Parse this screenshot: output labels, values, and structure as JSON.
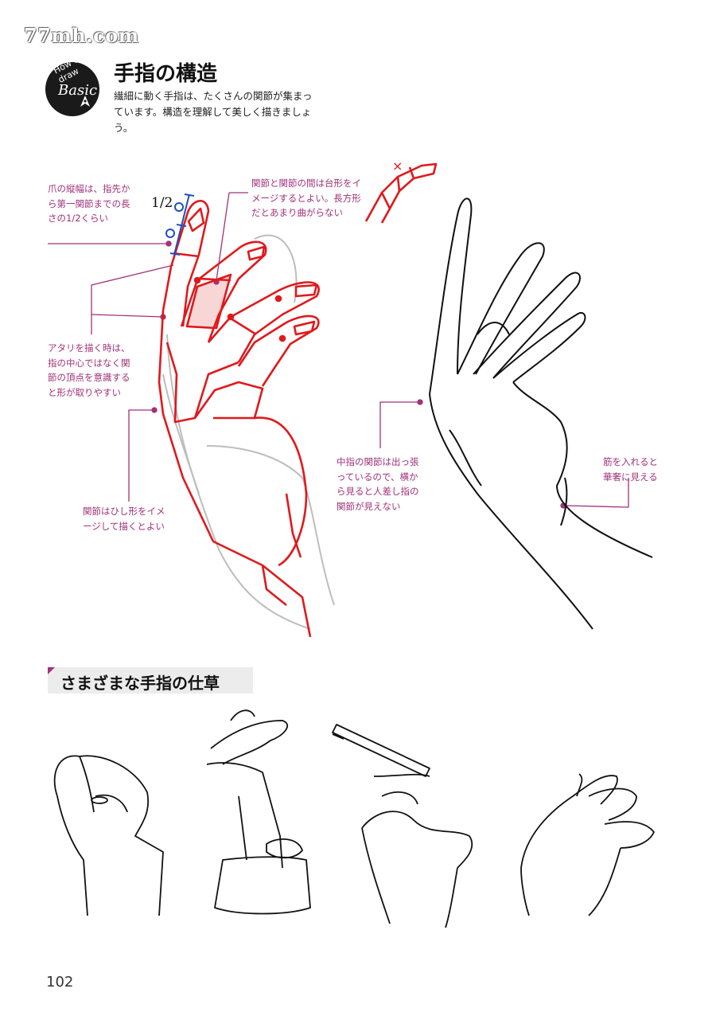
{
  "watermark": "77mh.com",
  "badge": {
    "line1": "How to draw",
    "line2": "Basic"
  },
  "header": {
    "title": "手指の構造",
    "subtitle": "繊細に動く手指は、たくさんの関節が集まっています。構造を理解して美しく描きましょう。"
  },
  "annotations": {
    "nail": "爪の縦幅は、指先から第一関節までの長さの1/2くらい",
    "joints_trapezoid": "関節と関節の間は台形をイメージするとよい。長方形だとあまり曲がらない",
    "atari": "アタリを描く時は、指の中心ではなく関節の頂点を意識すると形が取りやすい",
    "diamond": "関節はひし形をイメージして描くとよい",
    "middle_joint": "中指の関節は出っ張っているので、横から見ると人差し指の関節が見えない",
    "tendon": "筋を入れると華奢に見える",
    "half_mark": "1/2",
    "cross_mark": "×"
  },
  "section": {
    "title": "さまざまな手指の仕草"
  },
  "page_number": "102",
  "colors": {
    "accent": "#a0327a",
    "red_lines": "#e0191c",
    "blue_marks": "#1f4fbf"
  }
}
